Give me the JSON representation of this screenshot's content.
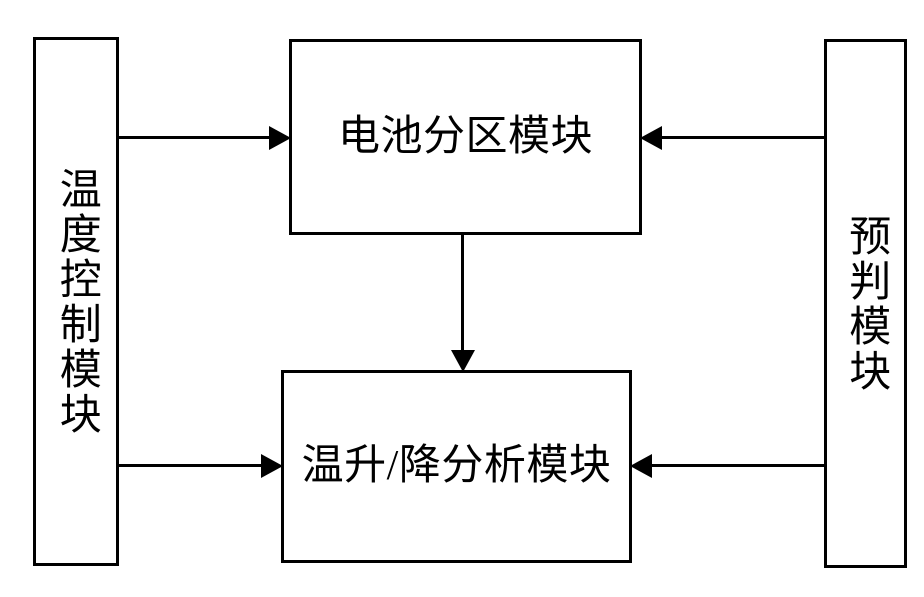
{
  "diagram": {
    "title": "",
    "background_color": "#ffffff",
    "line_color": "#000000",
    "nodes": [
      {
        "id": "temp-control",
        "label": "温度控制模块",
        "orientation": "vertical",
        "position": "left"
      },
      {
        "id": "battery-partition",
        "label": "电池分区模块",
        "orientation": "horizontal",
        "position": "top-center"
      },
      {
        "id": "temp-analysis",
        "label": "温升/降分析模块",
        "orientation": "horizontal",
        "position": "bottom-center"
      },
      {
        "id": "prediction",
        "label": "预判模块",
        "orientation": "vertical",
        "position": "right"
      }
    ],
    "connectors": [
      {
        "id": "control-to-partition",
        "from": "temp-control",
        "to": "battery-partition",
        "direction": "right"
      },
      {
        "id": "prediction-to-partition",
        "from": "prediction",
        "to": "battery-partition",
        "direction": "left"
      },
      {
        "id": "partition-to-analysis",
        "from": "battery-partition",
        "to": "temp-analysis",
        "direction": "down"
      },
      {
        "id": "control-to-analysis",
        "from": "temp-control",
        "to": "temp-analysis",
        "direction": "right"
      },
      {
        "id": "prediction-to-analysis",
        "from": "prediction",
        "to": "temp-analysis",
        "direction": "left"
      }
    ]
  }
}
